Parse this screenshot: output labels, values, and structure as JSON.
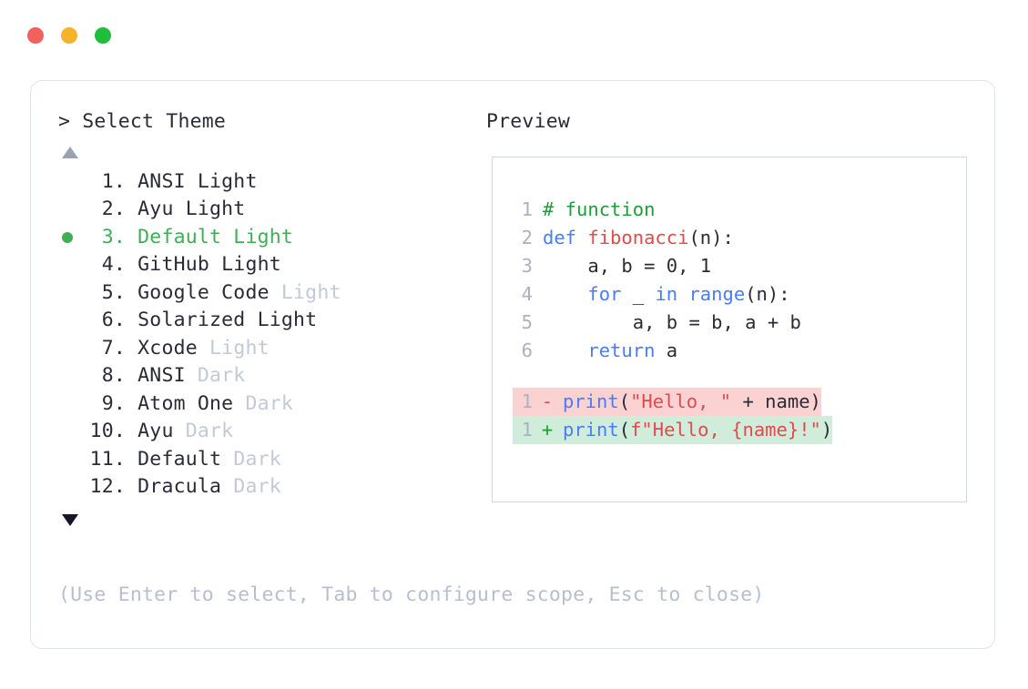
{
  "window": {
    "controls": [
      {
        "name": "close",
        "color": "#f4615c"
      },
      {
        "name": "minimize",
        "color": "#f5b32b"
      },
      {
        "name": "maximize",
        "color": "#1fbe3d"
      }
    ]
  },
  "selector": {
    "prompt": "> Select Theme",
    "scroll_up_indicator": "▲",
    "scroll_down_indicator": "▼",
    "selected_index": 3,
    "selected_color": "#3fae55",
    "items": [
      {
        "num": "1.",
        "name": "ANSI Light",
        "suffix": "",
        "selected": false
      },
      {
        "num": "2.",
        "name": "Ayu Light",
        "suffix": "",
        "selected": false
      },
      {
        "num": "3.",
        "name": "Default Light",
        "suffix": "",
        "selected": true
      },
      {
        "num": "4.",
        "name": "GitHub Light",
        "suffix": "",
        "selected": false
      },
      {
        "num": "5.",
        "name": "Google Code",
        "suffix": " Light",
        "selected": false
      },
      {
        "num": "6.",
        "name": "Solarized Light",
        "suffix": "",
        "selected": false
      },
      {
        "num": "7.",
        "name": "Xcode",
        "suffix": " Light",
        "selected": false
      },
      {
        "num": "8.",
        "name": "ANSI",
        "suffix": " Dark",
        "selected": false
      },
      {
        "num": "9.",
        "name": "Atom One",
        "suffix": " Dark",
        "selected": false
      },
      {
        "num": "10.",
        "name": "Ayu",
        "suffix": " Dark",
        "selected": false
      },
      {
        "num": "11.",
        "name": "Default",
        "suffix": " Dark",
        "selected": false
      },
      {
        "num": "12.",
        "name": "Dracula",
        "suffix": " Dark",
        "selected": false
      }
    ]
  },
  "preview": {
    "label": "Preview",
    "code_lines": [
      {
        "no": "1",
        "tokens": [
          {
            "t": "# function",
            "c": "tok-comment"
          }
        ]
      },
      {
        "no": "2",
        "tokens": [
          {
            "t": "def ",
            "c": "tok-kw"
          },
          {
            "t": "fibonacci",
            "c": "tok-fn"
          },
          {
            "t": "(n):",
            "c": "tok-punct"
          }
        ]
      },
      {
        "no": "3",
        "tokens": [
          {
            "t": "    a, b = 0, 1",
            "c": "tok-punct"
          }
        ]
      },
      {
        "no": "4",
        "tokens": [
          {
            "t": "    ",
            "c": "tok-punct"
          },
          {
            "t": "for",
            "c": "tok-kw"
          },
          {
            "t": " _ ",
            "c": "tok-punct"
          },
          {
            "t": "in",
            "c": "tok-kw"
          },
          {
            "t": " ",
            "c": "tok-punct"
          },
          {
            "t": "range",
            "c": "tok-builtin"
          },
          {
            "t": "(n):",
            "c": "tok-punct"
          }
        ]
      },
      {
        "no": "5",
        "tokens": [
          {
            "t": "        a, b = b, a + b",
            "c": "tok-punct"
          }
        ]
      },
      {
        "no": "6",
        "tokens": [
          {
            "t": "    ",
            "c": "tok-punct"
          },
          {
            "t": "return",
            "c": "tok-kw"
          },
          {
            "t": " a",
            "c": "tok-punct"
          }
        ]
      }
    ],
    "diff_lines": [
      {
        "no": "1",
        "mark": "-",
        "type": "del",
        "tokens": [
          {
            "t": "print",
            "c": "tok-builtin"
          },
          {
            "t": "(",
            "c": "tok-punct"
          },
          {
            "t": "\"Hello, \"",
            "c": "tok-str"
          },
          {
            "t": " + name)",
            "c": "tok-punct"
          }
        ]
      },
      {
        "no": "1",
        "mark": "+",
        "type": "add",
        "tokens": [
          {
            "t": "print",
            "c": "tok-builtin"
          },
          {
            "t": "(",
            "c": "tok-punct"
          },
          {
            "t": "f\"Hello, {name}!\"",
            "c": "tok-str"
          },
          {
            "t": ")",
            "c": "tok-punct"
          }
        ]
      }
    ]
  },
  "footer": {
    "hint": "(Use Enter to select, Tab to configure scope, Esc to close)"
  }
}
